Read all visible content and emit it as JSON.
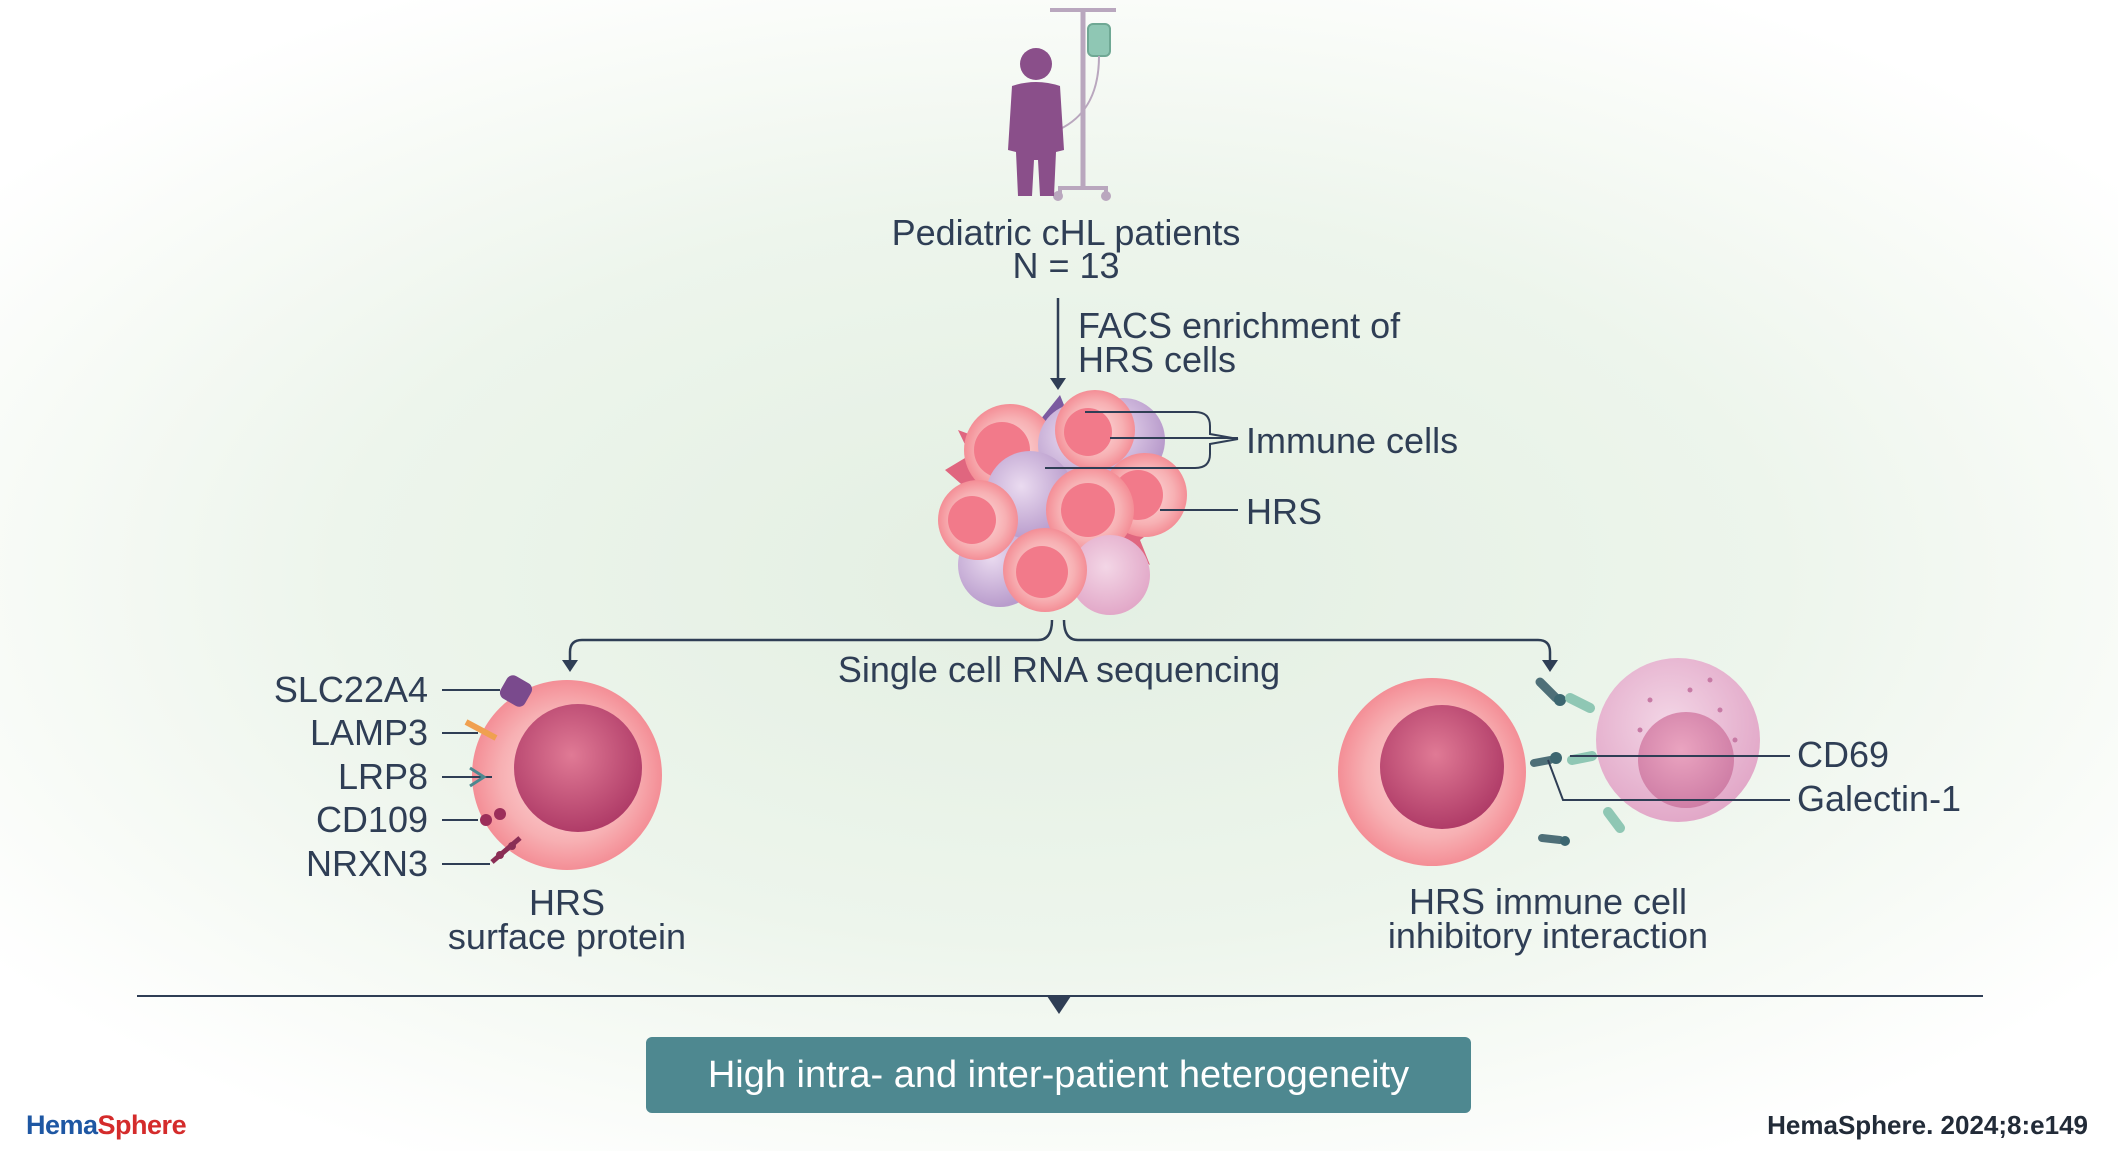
{
  "patients": {
    "line1": "Pediatric cHL patients",
    "line2": "N = 13"
  },
  "step": {
    "line1": "FACS enrichment of",
    "line2": "HRS cells"
  },
  "cluster": {
    "immune_label": "Immune cells",
    "hrs_label": "HRS"
  },
  "sequencing": "Single cell RNA sequencing",
  "left": {
    "proteins": [
      "SLC22A4",
      "LAMP3",
      "LRP8",
      "CD109",
      "NRXN3"
    ],
    "caption_line1": "HRS",
    "caption_line2": "surface protein"
  },
  "right": {
    "labels": [
      "CD69",
      "Galectin-1"
    ],
    "caption_line1": "HRS immune cell",
    "caption_line2": "inhibitory interaction"
  },
  "conclusion": "High intra- and inter-patient heterogeneity",
  "footer": {
    "brand_part1": "Hema",
    "brand_part2": "Sphere",
    "citation": "HemaSphere. 2024;8:e149"
  },
  "colors": {
    "banner": "#4e8890",
    "text": "#2f3e55",
    "hrs_cell": "#f6a3a8",
    "immune_cell": "#b59ac7",
    "patient": "#8a4f8a",
    "brand_blue": "#1e57a3",
    "brand_red": "#d42b2b"
  }
}
